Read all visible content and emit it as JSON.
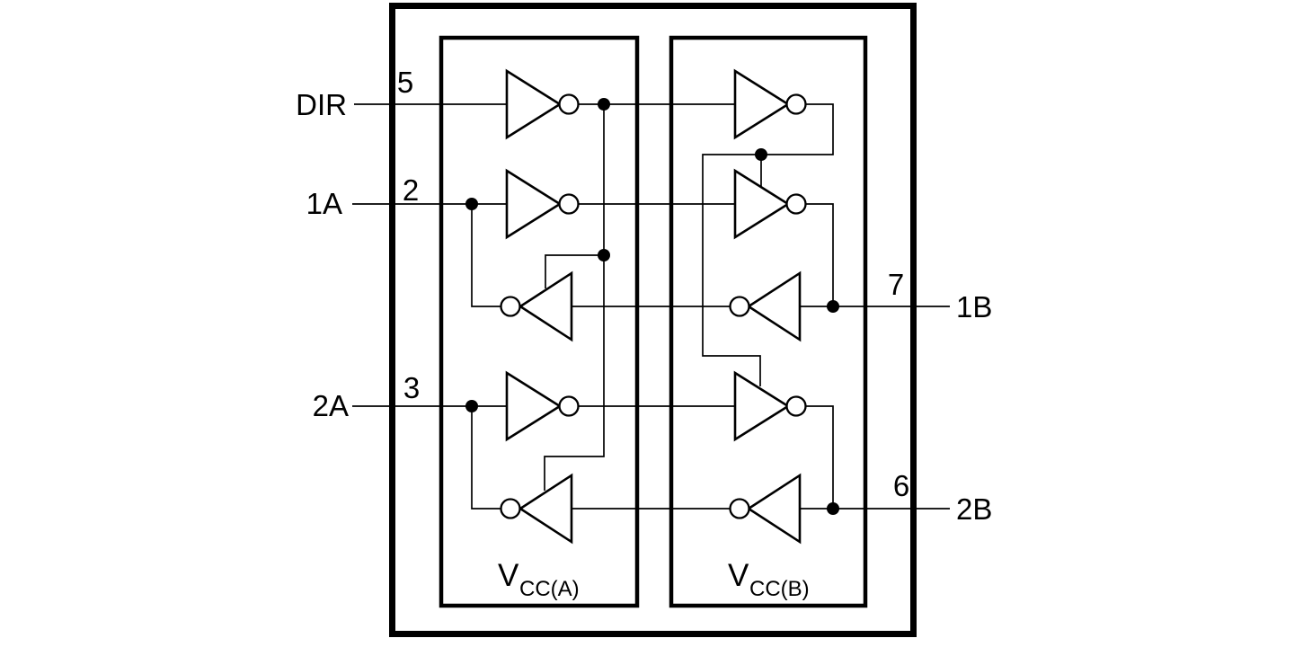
{
  "pins": {
    "dir": {
      "label": "DIR",
      "number": "5"
    },
    "a1": {
      "label": "1A",
      "number": "2"
    },
    "a2": {
      "label": "2A",
      "number": "3"
    },
    "b1": {
      "label": "1B",
      "number": "7"
    },
    "b2": {
      "label": "2B",
      "number": "6"
    }
  },
  "supplies": {
    "vcca": {
      "symbol": "V",
      "subscript": "CC(A)"
    },
    "vccb": {
      "symbol": "V",
      "subscript": "CC(B)"
    }
  },
  "colors": {
    "ink": "#000000",
    "background": "#ffffff"
  }
}
